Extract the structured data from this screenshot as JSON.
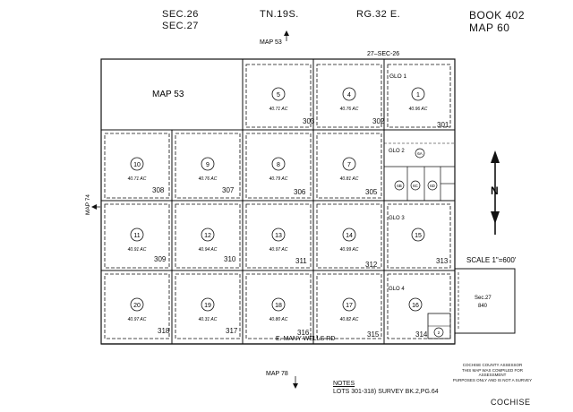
{
  "header": {
    "sec_top": "SEC.26",
    "sec_bottom": "SEC.27",
    "township": "TN.19S.",
    "range": "RG.32 E.",
    "book": "BOOK 402",
    "map": "MAP  60"
  },
  "top_labels": {
    "map_ref": "MAP 53",
    "sec_corner": "27–SEC-26",
    "glo1": "GLO 1"
  },
  "left_block": {
    "label": "MAP 53"
  },
  "left_ref": "MAP 74",
  "bottom_ref": "MAP 78",
  "road": "E. MANY WELLS RD",
  "scale": "SCALE  1\"=600'",
  "north": "N",
  "glo_labels": [
    "GLO 2",
    "GLO 3",
    "GLO 4"
  ],
  "parcels": [
    {
      "num": "5",
      "acres": "40.71 AC"
    },
    {
      "num": "4",
      "acres": "40.76 AC"
    },
    {
      "num": "1",
      "acres": "40.96 AC"
    },
    {
      "num": "10",
      "acres": "40.71 AC"
    },
    {
      "num": "9",
      "acres": "40.76 AC"
    },
    {
      "num": "8",
      "acres": "40.79 AC"
    },
    {
      "num": "7",
      "acres": "40.81 AC"
    },
    {
      "num": "11",
      "acres": "40.91 AC"
    },
    {
      "num": "12",
      "acres": "40.94 AC"
    },
    {
      "num": "13",
      "acres": "40.97 AC"
    },
    {
      "num": "14",
      "acres": "40.99 AC"
    },
    {
      "num": "15",
      "acres": ""
    },
    {
      "num": "20",
      "acres": "40.97 AC"
    },
    {
      "num": "19",
      "acres": "40.31 AC"
    },
    {
      "num": "18",
      "acres": "40.80 AC"
    },
    {
      "num": "17",
      "acres": "40.82 AC"
    },
    {
      "num": "16",
      "acres": ""
    }
  ],
  "lots": [
    "303",
    "302",
    "301",
    "308",
    "307",
    "306",
    "305",
    "309",
    "310",
    "311",
    "312",
    "313",
    "318",
    "317",
    "316",
    "315",
    "314"
  ],
  "small_parcels": [
    "6A",
    "6B",
    "6C",
    "6D",
    "2"
  ],
  "sec27": {
    "label": "Sec.27",
    "value": "840"
  },
  "notes": {
    "title": "NOTES",
    "line": "LOTS 301-318) SURVEY BK.2,PG.64"
  },
  "assessor_lines": [
    "COCHISE COUNTY ASSESSOR",
    "THIS MAP WAS COMPILED FOR ASSESSMENT",
    "PURPOSES ONLY AND IS NOT A SURVEY"
  ],
  "county": "COCHISE",
  "colors": {
    "ink": "#111111",
    "paper": "#ffffff"
  }
}
